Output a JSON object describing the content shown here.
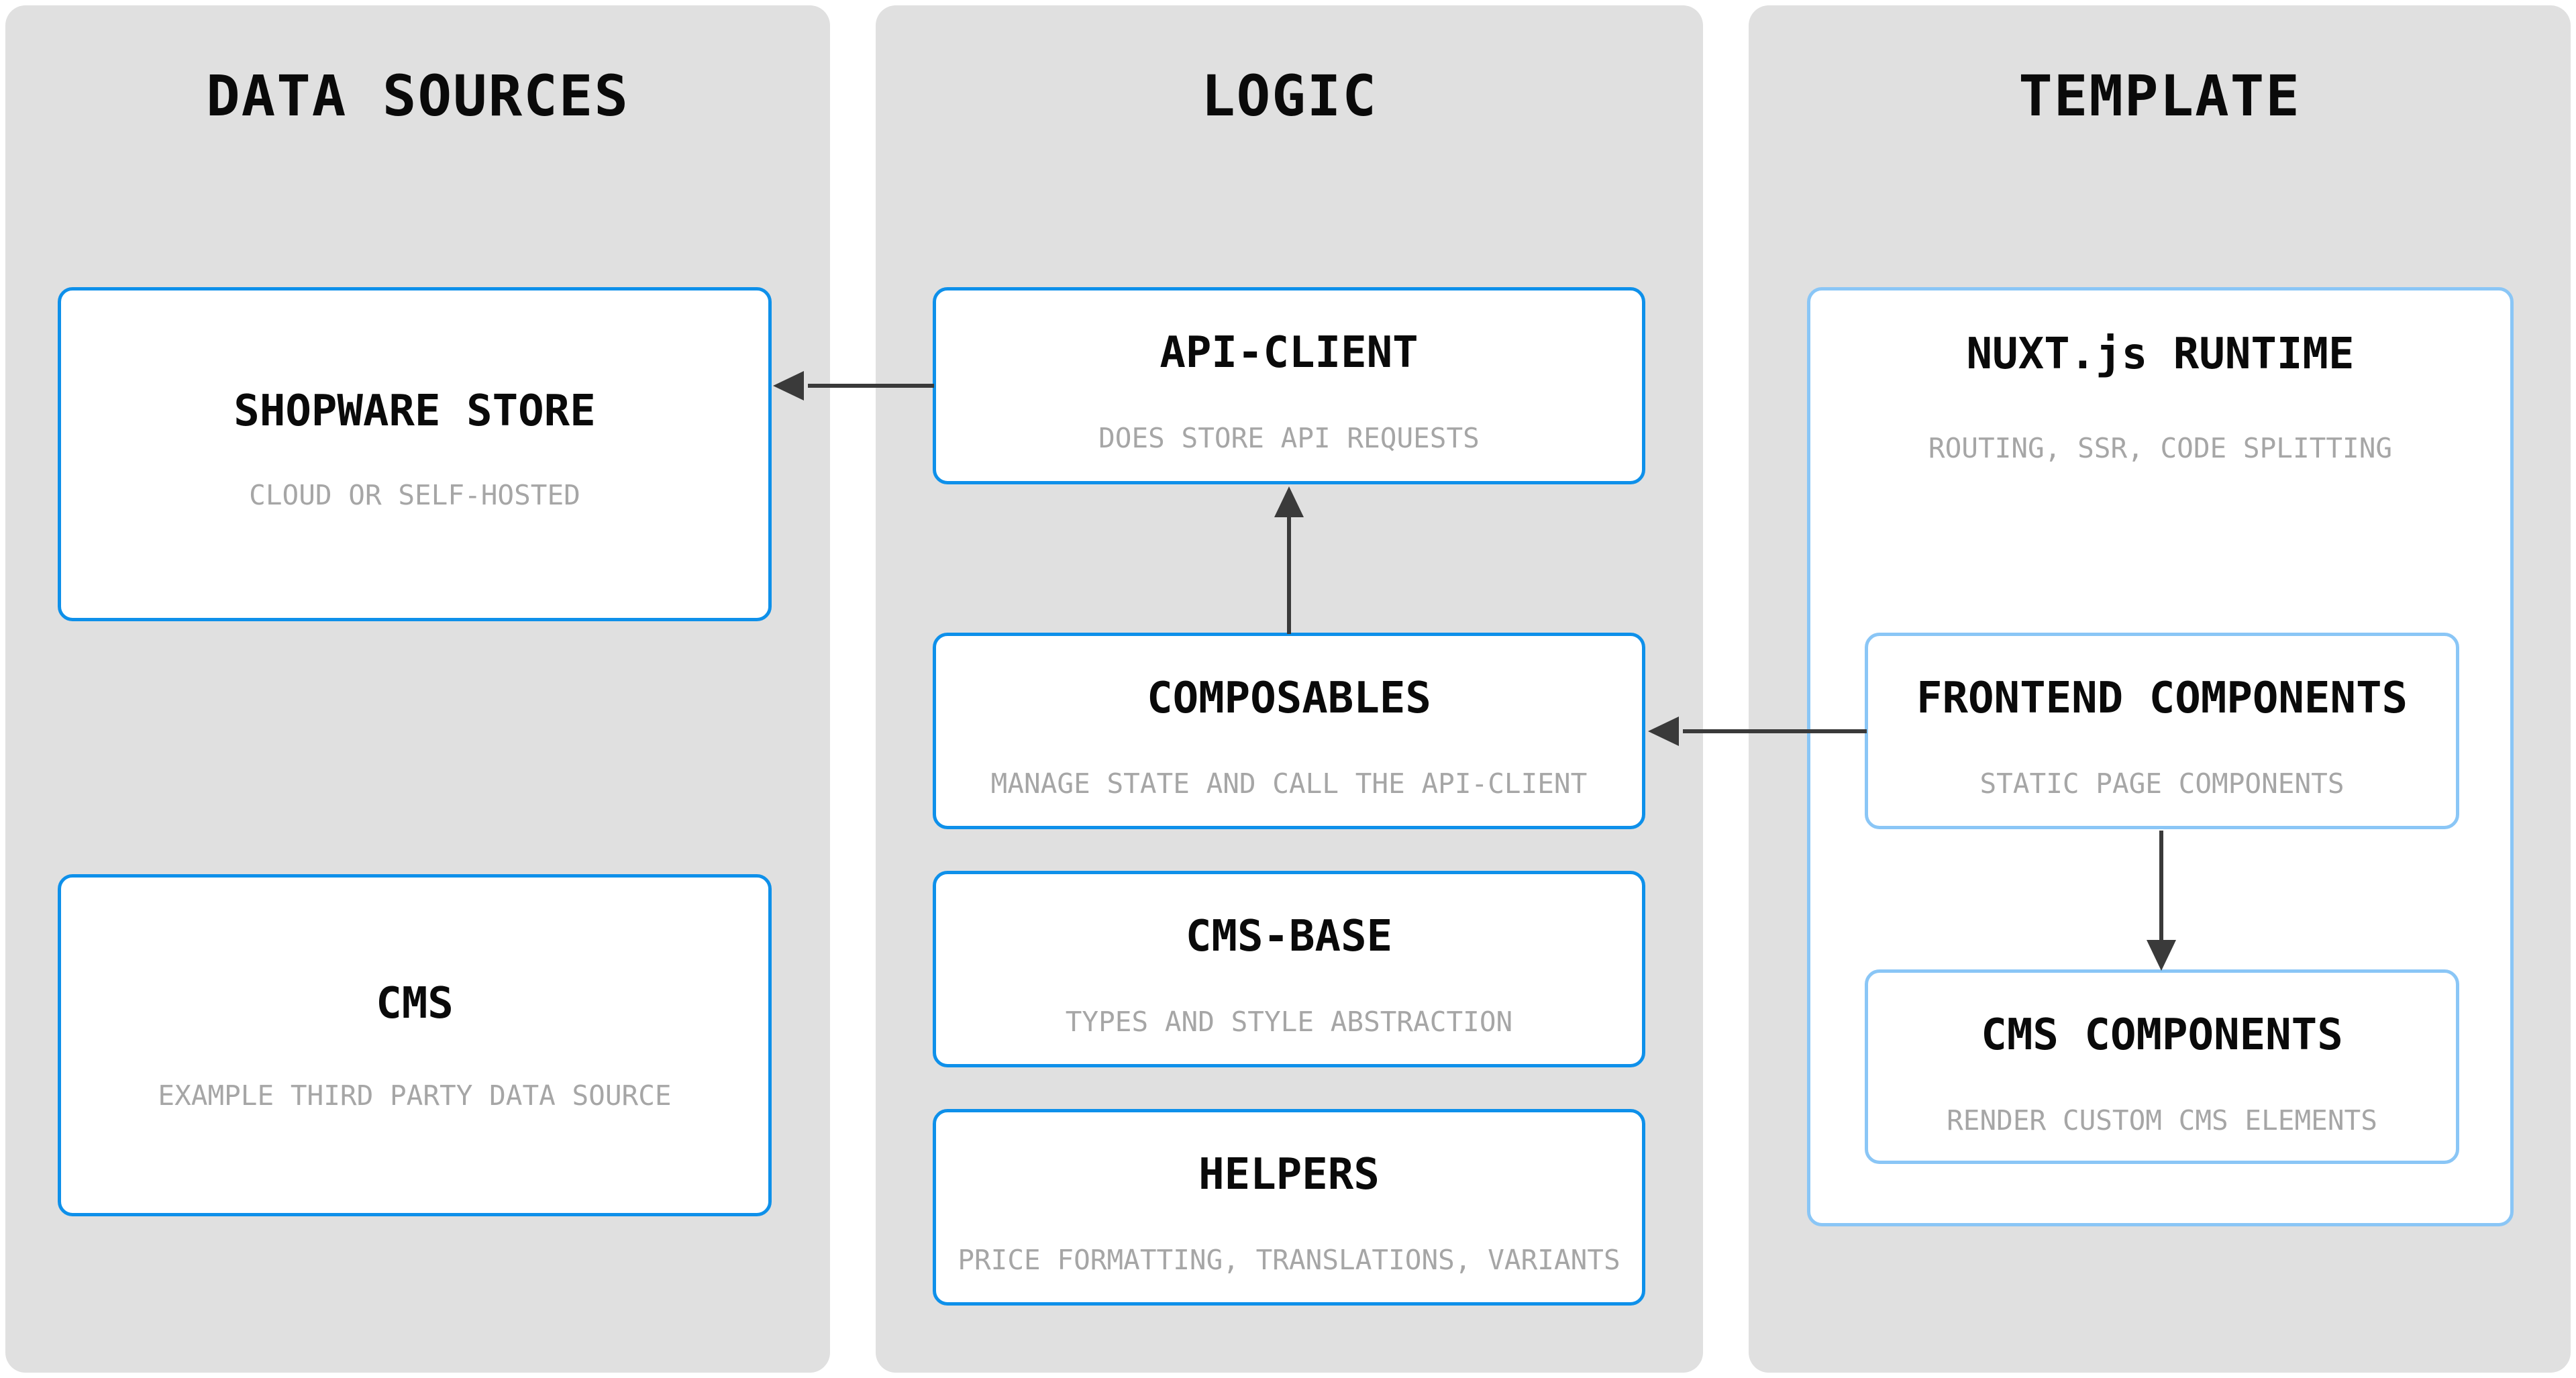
{
  "diagram": {
    "title": "Shopware PWA architecture diagram",
    "colors": {
      "column_background": "#e0e0e0",
      "box_border_primary_blue": "#0e90ea",
      "box_border_light_blue": "#8ac6f6",
      "box_background": "#ffffff",
      "title_text": "#0a0a0a",
      "subtitle_text": "#a6a6a6",
      "arrow": "#3a3a3a"
    },
    "columns": [
      {
        "title": "DATA SOURCES",
        "boxes": [
          {
            "title": "SHOPWARE STORE",
            "subtitle": "CLOUD OR SELF-HOSTED"
          },
          {
            "title": "CMS",
            "subtitle": "EXAMPLE THIRD PARTY DATA SOURCE"
          }
        ]
      },
      {
        "title": "LOGIC",
        "boxes": [
          {
            "title": "API-CLIENT",
            "subtitle": "DOES STORE API REQUESTS"
          },
          {
            "title": "COMPOSABLES",
            "subtitle": "MANAGE STATE AND CALL THE API-CLIENT"
          },
          {
            "title": "CMS-BASE",
            "subtitle": "TYPES AND STYLE ABSTRACTION"
          },
          {
            "title": "HELPERS",
            "subtitle": "PRICE FORMATTING, TRANSLATIONS, VARIANTS"
          }
        ]
      },
      {
        "title": "TEMPLATE",
        "boxes": [
          {
            "title": "NUXT.js RUNTIME",
            "subtitle": "ROUTING, SSR, CODE SPLITTING",
            "children": [
              {
                "title": "FRONTEND COMPONENTS",
                "subtitle": "STATIC PAGE COMPONENTS"
              },
              {
                "title": "CMS COMPONENTS",
                "subtitle": "RENDER CUSTOM CMS ELEMENTS"
              }
            ]
          }
        ]
      }
    ],
    "edges": [
      {
        "from": "API-CLIENT",
        "to": "SHOPWARE STORE",
        "direction": "left"
      },
      {
        "from": "COMPOSABLES",
        "to": "API-CLIENT",
        "direction": "up"
      },
      {
        "from": "FRONTEND COMPONENTS",
        "to": "COMPOSABLES",
        "direction": "left"
      },
      {
        "from": "FRONTEND COMPONENTS",
        "to": "CMS COMPONENTS",
        "direction": "down"
      }
    ]
  }
}
